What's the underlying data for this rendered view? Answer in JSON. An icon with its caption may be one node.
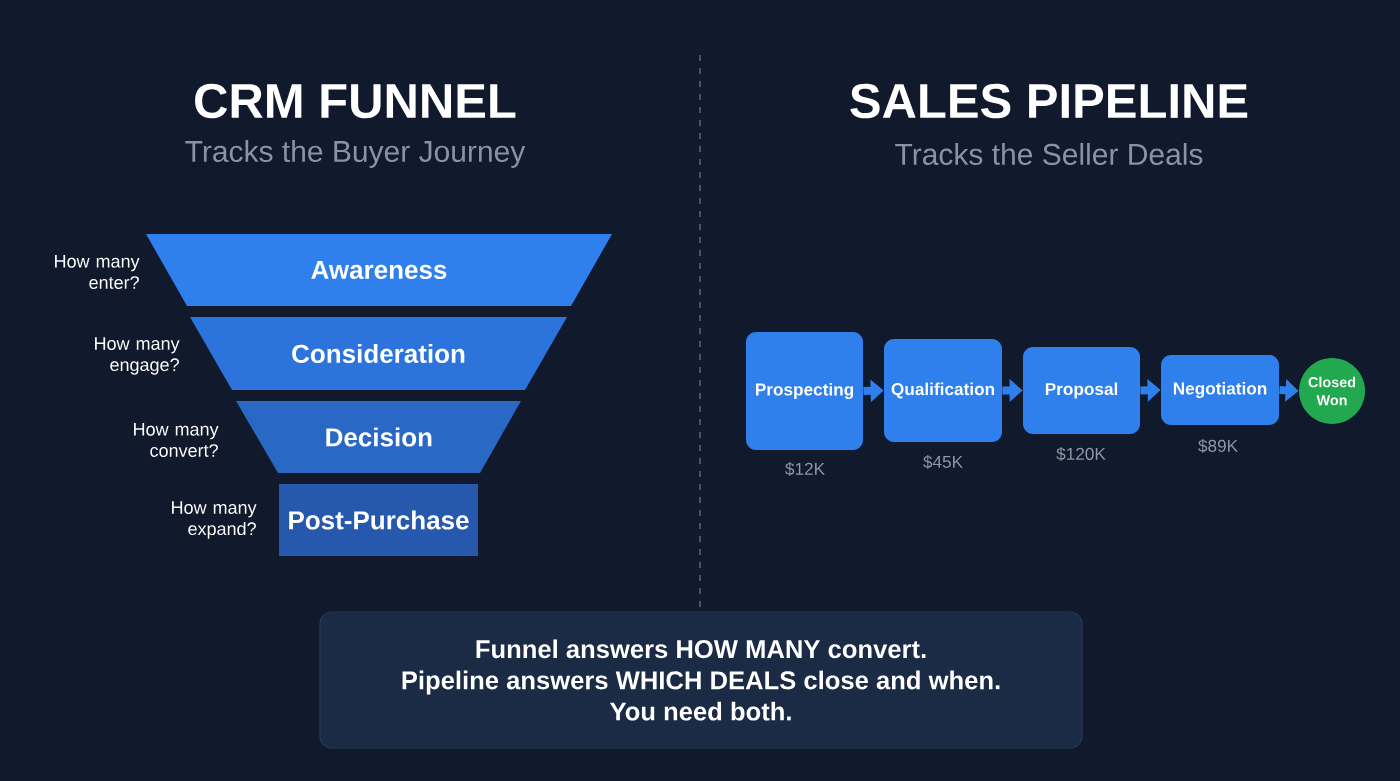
{
  "diagram": {
    "nodes": [
      {
        "text": [
          "Awareness"
        ],
        "beside": [
          "How many enter?"
        ]
      },
      {
        "text": [
          "Consideration"
        ],
        "beside": [
          "How many engage?"
        ]
      },
      {
        "text": [
          "Decision"
        ],
        "beside": [
          "How many convert?"
        ]
      },
      {
        "text": [
          "Post-Purchase"
        ],
        "beside": [
          "How many expand?"
        ]
      },
      {
        "text": [
          "Prospecting"
        ],
        "beside": [
          "$12K"
        ]
      },
      {
        "text": [
          "Qualification"
        ],
        "beside": [
          "$45K"
        ]
      },
      {
        "text": [
          "Proposal"
        ],
        "beside": [
          "$120K"
        ]
      },
      {
        "text": [
          "Negotiation"
        ],
        "beside": [
          "$89K"
        ]
      },
      {
        "text": [
          "Closed Won"
        ]
      },
      {
        "text": [
          "Funnel answers HOW MANY convert.",
          "Pipeline answers WHICH DEALS close and when.",
          "You need both."
        ]
      }
    ],
    "edges": [
      {
        "from": 4,
        "to": 5,
        "arrow": "to"
      },
      {
        "from": 5,
        "to": 6,
        "arrow": "to"
      },
      {
        "from": 6,
        "to": 7,
        "arrow": "to"
      },
      {
        "from": 7,
        "to": 8,
        "arrow": "to"
      }
    ],
    "labels": [
      "CRM FUNNEL",
      "Tracks the Buyer Journey",
      "SALES PIPELINE",
      "Tracks the Seller Deals"
    ]
  }
}
